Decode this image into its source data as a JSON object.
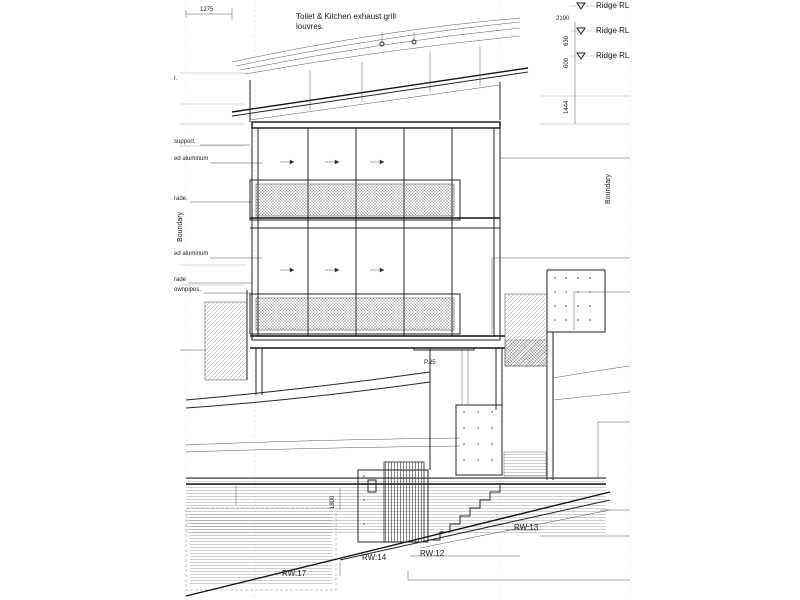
{
  "header": {
    "dimension_top": "1275",
    "exhaust_note_line1": "Toilet & Kitchen exhaust grill",
    "exhaust_note_line2": "louvres.",
    "ridge_labels": [
      "Ridge RL",
      "Ridge RL",
      "Ridge RL"
    ],
    "dim_2190": "2190",
    "dim_630": "630",
    "dim_600": "600",
    "dim_1444": "1444"
  },
  "left_notes": {
    "note_r": "r.",
    "note_support": "support.",
    "note_aluminum_1": "ed aluminum",
    "note_rade_1": "rade.",
    "note_aluminum_2": "ed aluminum",
    "note_rade_2": "rade",
    "note_downpipes": "ownpipes."
  },
  "boundary_labels": {
    "left": "Boundary",
    "right": "Boundary"
  },
  "levels": {
    "pier_label": "P.25",
    "dim_1800": "1800"
  },
  "retaining_walls": [
    "RW:17",
    "RW:14",
    "RW:12",
    "RW:13"
  ]
}
